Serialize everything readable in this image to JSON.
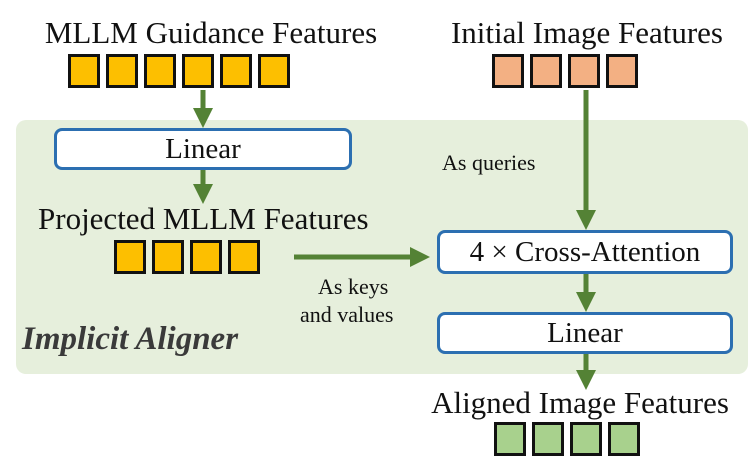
{
  "labels": {
    "mllm_guidance": "MLLM Guidance Features",
    "initial_image": "Initial Image Features",
    "projected_mllm": "Projected MLLM Features",
    "aligned_image": "Aligned Image Features",
    "as_queries": "As queries",
    "as_keys_line1": "As keys",
    "as_keys_line2": "and values",
    "region_name": "Implicit Aligner"
  },
  "boxes": {
    "linear_left": "Linear",
    "cross_attention": "4 × Cross-Attention",
    "linear_right": "Linear"
  },
  "token_groups": {
    "mllm_guidance": {
      "count": 6,
      "color": "#fdbf00"
    },
    "initial_image": {
      "count": 4,
      "color": "#f3b083"
    },
    "projected_mllm": {
      "count": 4,
      "color": "#fdbf00"
    },
    "aligned_image": {
      "count": 4,
      "color": "#a8d18d"
    }
  },
  "colors": {
    "arrow": "#548235",
    "box_border": "#2c6fb1",
    "region_fill": "#e6efdc"
  }
}
